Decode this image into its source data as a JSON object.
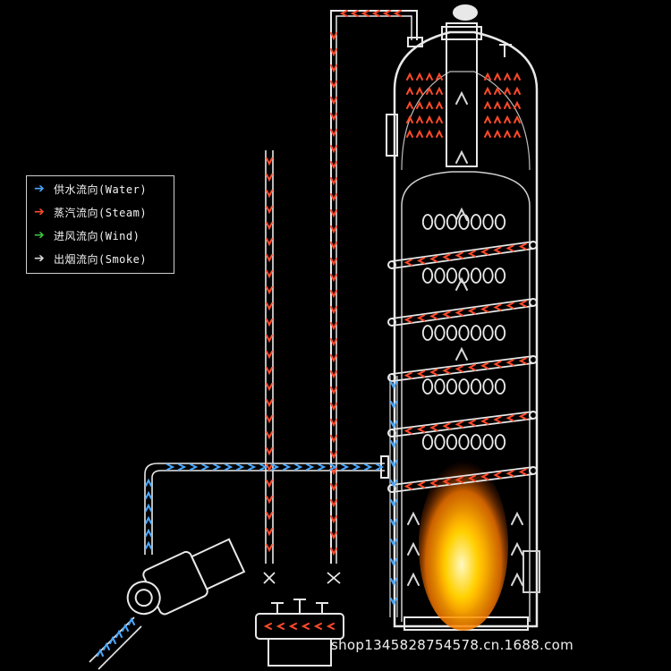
{
  "legend": {
    "items": [
      {
        "label": "供水流向(Water)",
        "color": "#4aa8ff"
      },
      {
        "label": "蒸汽流向(Steam)",
        "color": "#ff4a2a"
      },
      {
        "label": "进风流向(Wind)",
        "color": "#3cc43c"
      },
      {
        "label": "出烟流向(Smoke)",
        "color": "#d8d8d8"
      }
    ]
  },
  "watermark": "shop1345828754578.cn.1688.com",
  "colors": {
    "water": "#4aa8ff",
    "steam": "#ff4a2a",
    "smoke": "#d8d8d8",
    "outline": "#e8e8e8",
    "flame": "#ffb300",
    "background": "#000000"
  }
}
